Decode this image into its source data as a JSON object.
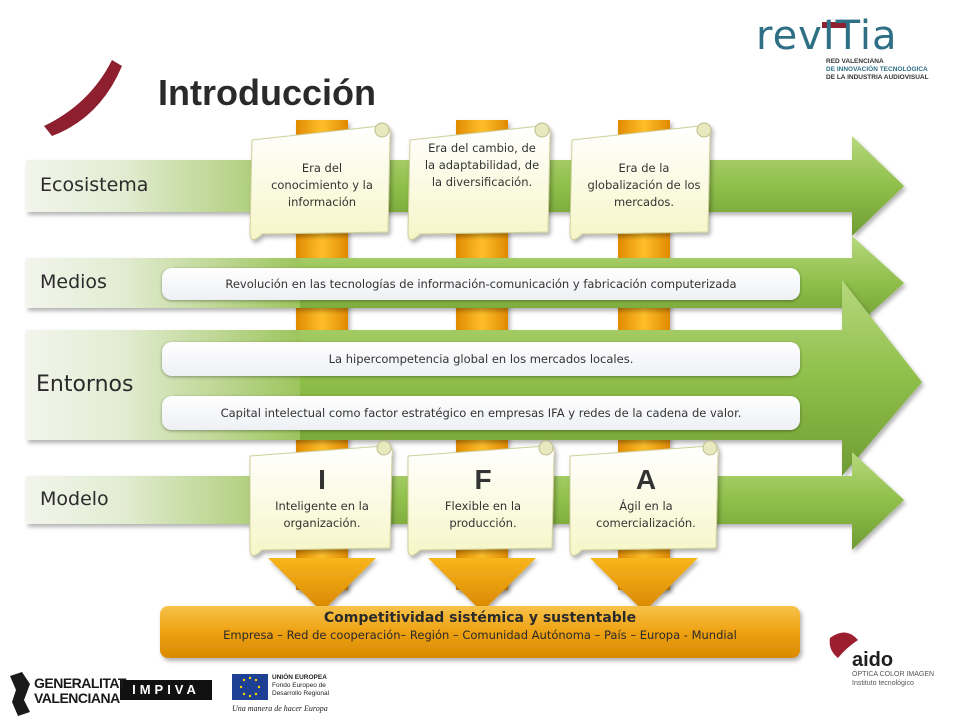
{
  "title": "Introducción",
  "logo_revitia": {
    "name": "revITia",
    "subtitle_lines": [
      "RED VALENCIANA",
      "DE INNOVACIÓN TECNOLÓGICA",
      "DE LA INDUSTRIA AUDIOVISUAL"
    ],
    "highlight_words": "INNOVACIÓN TECNOLÓGICA"
  },
  "rows": [
    {
      "label": "Ecosistema"
    },
    {
      "label": "Medios"
    },
    {
      "label": "Entornos"
    },
    {
      "label": "Modelo"
    }
  ],
  "eras": [
    {
      "text": "Era del conocimiento y la información"
    },
    {
      "text": "Era del cambio, de la adaptabilidad, de la diversificación."
    },
    {
      "text": "Era de la globalización de los mercados."
    }
  ],
  "medios_text": "Revolución en las tecnologías de información-comunicación y fabricación computerizada",
  "entornos_texts": [
    "La hipercompetencia global en los mercados locales.",
    "Capital intelectual como factor estratégico en empresas IFA  y redes de la cadena de valor."
  ],
  "model_scrolls": [
    {
      "letter": "I",
      "text": "Inteligente en la organización."
    },
    {
      "letter": "F",
      "text": "Flexible en la producción."
    },
    {
      "letter": "A",
      "text": "Ágil en la comercialización."
    }
  ],
  "result_box": {
    "title": "Competitividad sistémica y sustentable",
    "subtitle": "Empresa – Red de cooperación– Región – Comunidad Autónoma – País – Europa - Mundial"
  },
  "footer_logos": {
    "generalitat": [
      "GENERALITAT",
      "VALENCIANA"
    ],
    "impiva": "IMPIVA",
    "ue": [
      "UNIÓN EUROPEA",
      "Fondo Europeo de",
      "Desarrollo Regional"
    ],
    "ue_tagline": "Una manera de hacer Europa",
    "aido": "aido",
    "aido_sub": [
      "ÓPTICA COLOR IMAGEN",
      "Instituto tecnológico"
    ]
  },
  "colors": {
    "accent_red": "#8e1f2e",
    "teal": "#2e6f86",
    "green_band": "#8fbf4a",
    "orange": "#f2a900",
    "result_orange": "#f0a81c"
  }
}
